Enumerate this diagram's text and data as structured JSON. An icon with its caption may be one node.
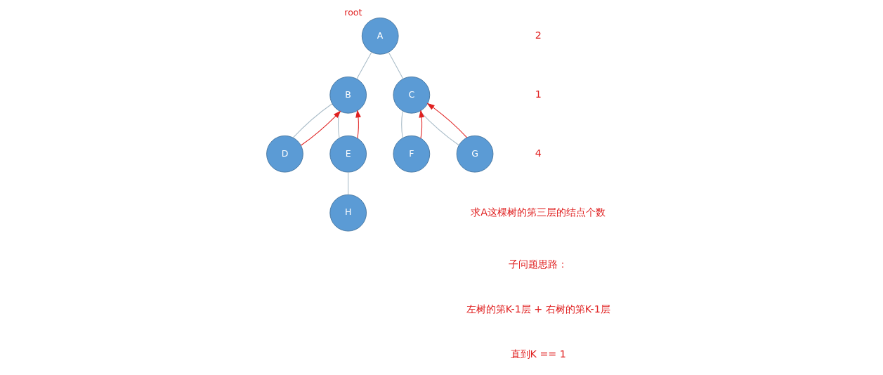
{
  "diagram": {
    "nodes": [
      {
        "text": [
          "A"
        ],
        "beside": [
          "root"
        ]
      },
      {
        "text": [
          "B"
        ]
      },
      {
        "text": [
          "C"
        ]
      },
      {
        "text": [
          "D"
        ]
      },
      {
        "text": [
          "E"
        ]
      },
      {
        "text": [
          "F"
        ]
      },
      {
        "text": [
          "G"
        ]
      },
      {
        "text": [
          "H"
        ]
      }
    ],
    "edges": [
      {
        "from": 0,
        "to": 1,
        "arrow": "none"
      },
      {
        "from": 0,
        "to": 2,
        "arrow": "none"
      },
      {
        "from": 1,
        "to": 3,
        "arrow": "none"
      },
      {
        "from": 1,
        "to": 4,
        "arrow": "none"
      },
      {
        "from": 2,
        "to": 5,
        "arrow": "none"
      },
      {
        "from": 2,
        "to": 6,
        "arrow": "none"
      },
      {
        "from": 4,
        "to": 7,
        "arrow": "none"
      },
      {
        "from": 3,
        "to": 1,
        "arrow": "to",
        "color": "#e02020"
      },
      {
        "from": 4,
        "to": 1,
        "arrow": "to",
        "color": "#e02020"
      },
      {
        "from": 5,
        "to": 2,
        "arrow": "to",
        "color": "#e02020"
      },
      {
        "from": 6,
        "to": 2,
        "arrow": "to",
        "color": "#e02020"
      }
    ],
    "labels": [
      "2",
      "1",
      "4",
      "求A这棵树的第三层的结点个数",
      "子问题思路：",
      "左树的第K-1层 + 右树的第K-1层",
      "直到K == 1"
    ]
  }
}
